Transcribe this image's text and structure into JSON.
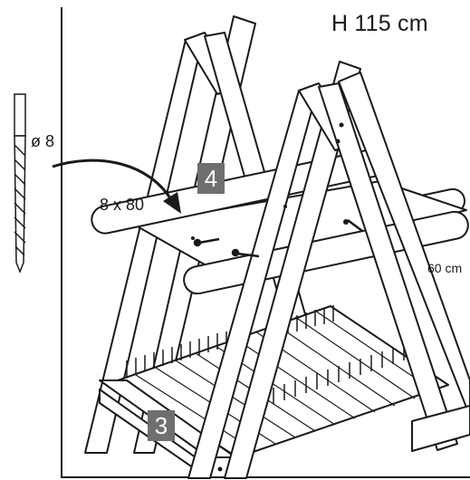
{
  "labels": {
    "height": "H 115 cm",
    "drill_diameter": "ø 8",
    "screw_size": "8 x 80",
    "depth": "60 cm"
  },
  "steps": {
    "front_step": "4",
    "lower_step": "3"
  },
  "colors": {
    "line": "#1a1a1a",
    "step_badge": "#6f6f6f",
    "background": "#ffffff"
  },
  "icons": {
    "drill_bit": "drill-bit-icon",
    "arrow": "curved-arrow-icon",
    "screw": "screw-icon"
  }
}
